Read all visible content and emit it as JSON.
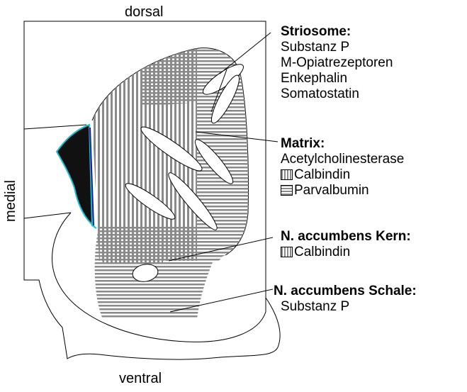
{
  "orientation": {
    "dorsal": "dorsal",
    "ventral": "ventral",
    "medial": "medial"
  },
  "striosome": {
    "title": "Striosome:",
    "items": [
      "Substanz P",
      "M-Opiatrezeptoren",
      "Enkephalin",
      "Somatostatin"
    ]
  },
  "matrix": {
    "title": "Matrix:",
    "items": [
      "Acetylcholinesterase"
    ],
    "markers": [
      {
        "label": "Calbindin",
        "pattern": "vertical-stripes-icon"
      },
      {
        "label": "Parvalbumin",
        "pattern": "horizontal-stripes-icon"
      }
    ]
  },
  "accumbens_kern": {
    "title": "N. accumbens Kern:",
    "markers": [
      {
        "label": "Calbindin",
        "pattern": "vertical-stripes-icon"
      }
    ]
  },
  "accumbens_schale": {
    "title": "N. accumbens Schale:",
    "items": [
      "Substanz P"
    ]
  },
  "colors": {
    "stripe": "#8a8a8a",
    "ventricle_fill": "#111111",
    "ventricle_edge": "#19c3d4",
    "ventricle_inner_edge": "#1a1aa0"
  }
}
